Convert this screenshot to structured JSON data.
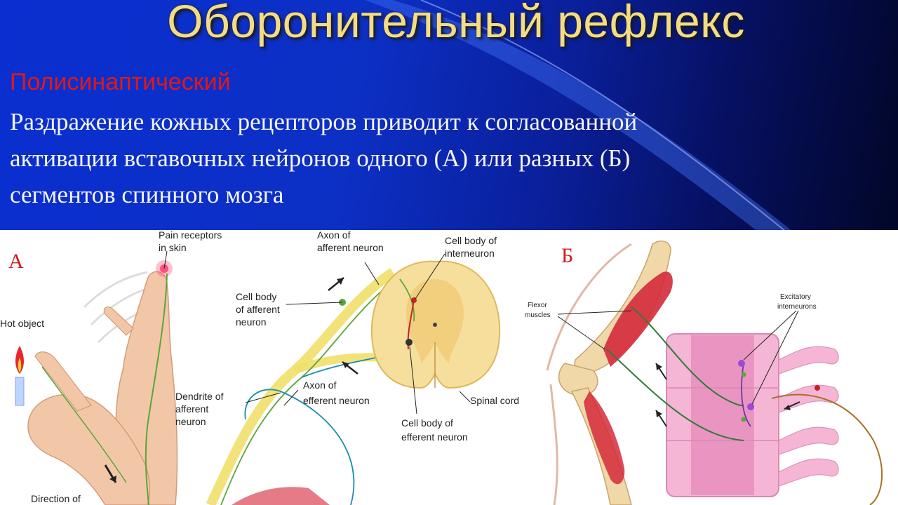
{
  "slide": {
    "title": "Оборонительный рефлекс",
    "subtitle": "Полисинаптический",
    "body_lines": [
      "Раздражение кожных рецепторов приводит к согласованной",
      "активации вставочных нейронов одного (А) или разных (Б)",
      "сегментов спинного мозга"
    ]
  },
  "figure_a": {
    "letter": "А",
    "labels": {
      "pain_receptors_1": "Pain receptors",
      "pain_receptors_2": "in skin",
      "hot_object": "Hot object",
      "axon_afferent_1": "Axon of",
      "axon_afferent_2": "afferent neuron",
      "cell_body_inter_1": "Cell body of",
      "cell_body_inter_2": "interneuron",
      "cell_body_aff_1": "Cell body",
      "cell_body_aff_2": "of afferent",
      "cell_body_aff_3": "neuron",
      "dendrite_1": "Dendrite of",
      "dendrite_2": "afferent",
      "dendrite_3": "neuron",
      "axon_efferent_1": "Axon of",
      "axon_efferent_2": "efferent neuron",
      "spinal_cord": "Spinal cord",
      "cell_body_eff_1": "Cell body of",
      "cell_body_eff_2": "efferent neuron",
      "direction": "Direction of"
    }
  },
  "figure_b": {
    "letter": "Б",
    "labels": {
      "flexor_1": "Flexor",
      "flexor_2": "muscles",
      "excitatory_1": "Excitatory",
      "excitatory_2": "interneurons"
    }
  }
}
